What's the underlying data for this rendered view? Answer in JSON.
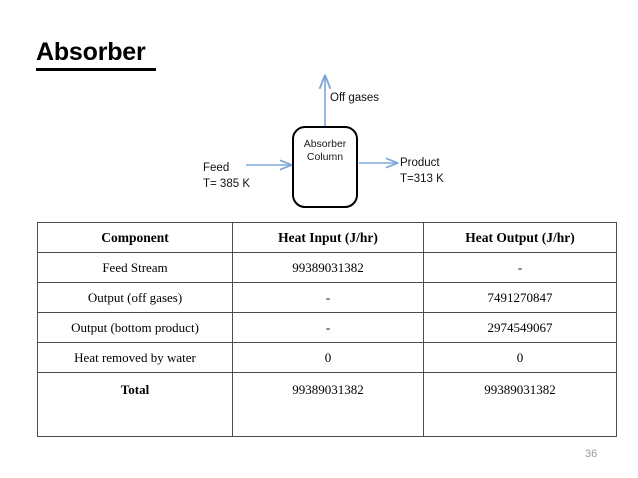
{
  "slide": {
    "title": "Absorber",
    "page_number": "36"
  },
  "diagram": {
    "unit_label": "Absorber\nColumn",
    "arrow_color": "#7da7d9",
    "box_border_color": "#000000",
    "streams": [
      {
        "name": "off-gases",
        "label": "Off gases",
        "direction": "up"
      },
      {
        "name": "feed",
        "label": "Feed\nT= 385 K",
        "direction": "right"
      },
      {
        "name": "product",
        "label": "Product\nT=313 K",
        "direction": "right"
      }
    ]
  },
  "table": {
    "columns": [
      "Component",
      "Heat Input (J/hr)",
      "Heat Output (J/hr)"
    ],
    "rows": [
      {
        "component": "Feed Stream",
        "heat_input": "99389031382",
        "heat_output": "-"
      },
      {
        "component": "Output (off gases)",
        "heat_input": "-",
        "heat_output": "7491270847"
      },
      {
        "component": "Output (bottom product)",
        "heat_input": "-",
        "heat_output": "2974549067"
      },
      {
        "component": "Heat removed by water",
        "heat_input": "0",
        "heat_output": "0"
      }
    ],
    "total": {
      "component": "Total",
      "heat_input": "99389031382",
      "heat_output": "99389031382"
    }
  }
}
